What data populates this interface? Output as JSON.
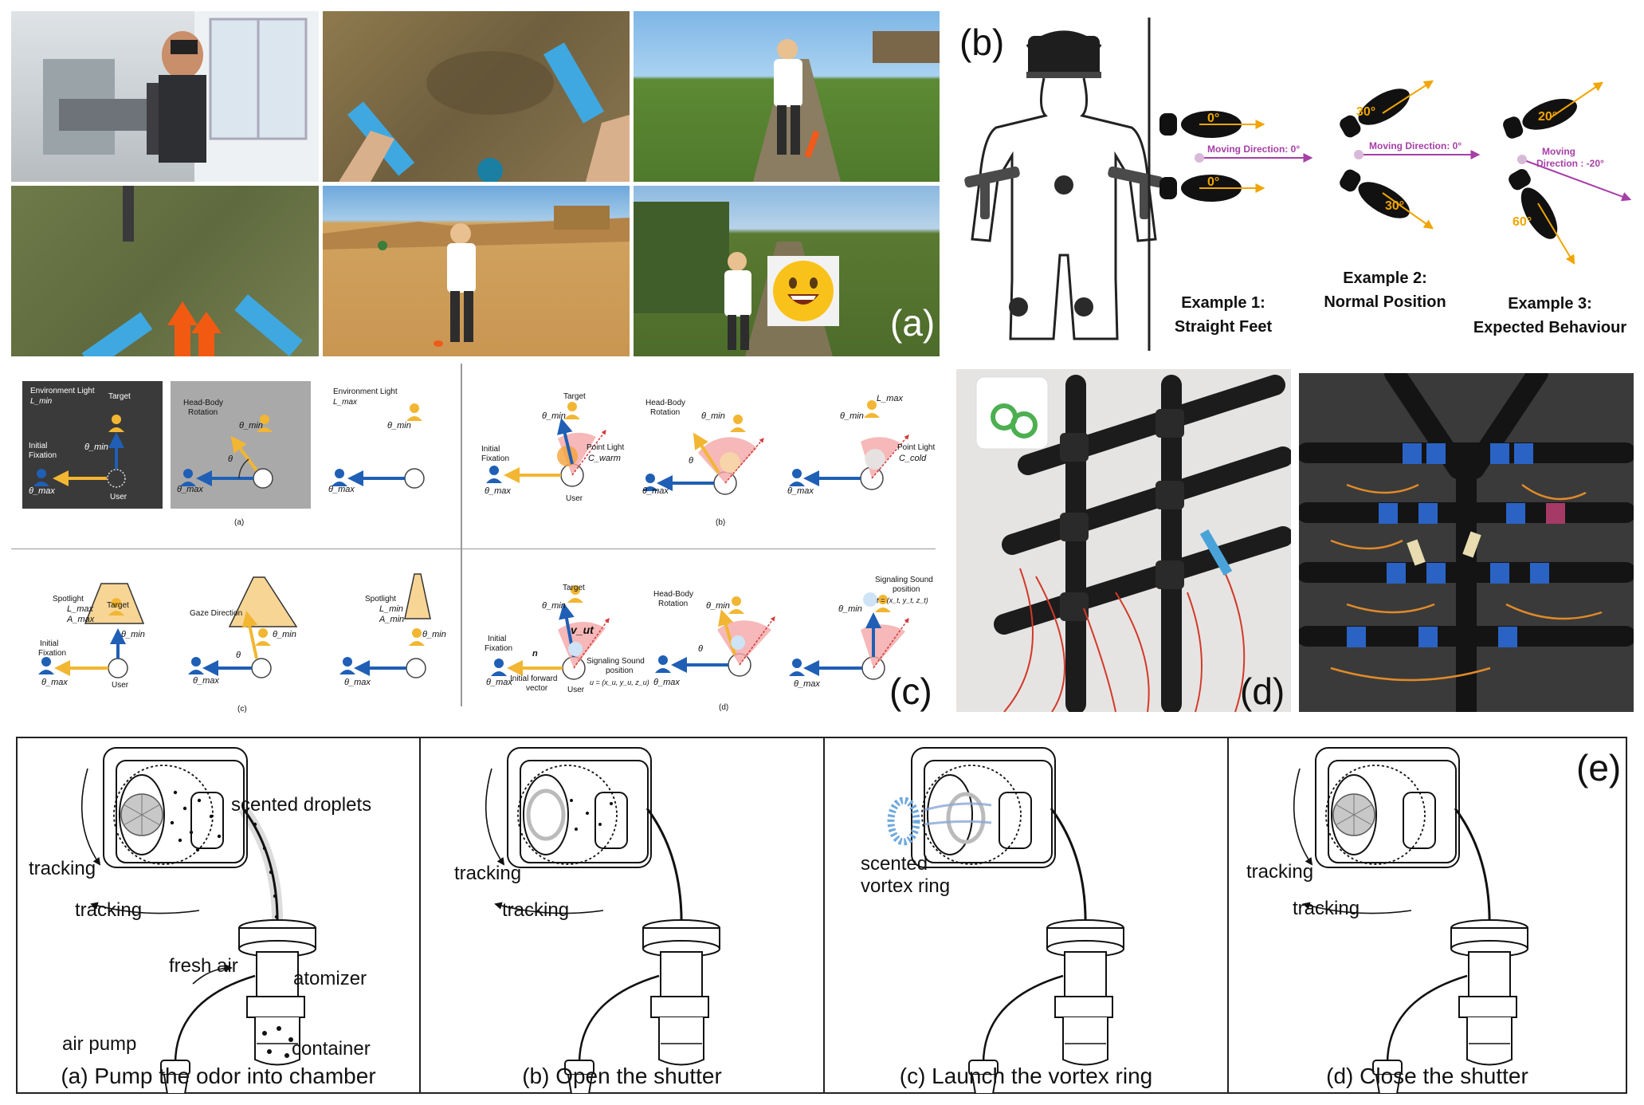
{
  "panel_a": {
    "label": "(a)"
  },
  "panel_b": {
    "label": "(b)",
    "examples": [
      {
        "title_line1": "Example 1:",
        "title_line2": "Straight Feet",
        "foot_top": "0°",
        "foot_bottom": "0°",
        "moving": "Moving Direction: 0°"
      },
      {
        "title_line1": "Example 2:",
        "title_line2": "Normal Position",
        "foot_top": "30°",
        "foot_bottom": "30°",
        "moving": "Moving Direction: 0°"
      },
      {
        "title_line1": "Example 3:",
        "title_line2": "Expected Behaviour",
        "foot_top": "20°",
        "foot_bottom": "60°",
        "moving_line1": "Moving",
        "moving_line2": "Direction : -20°"
      }
    ]
  },
  "panel_c": {
    "label": "(c)",
    "sub_a": "(a)",
    "sub_b": "(b)",
    "sub_c": "(c)",
    "sub_d": "(d)",
    "env_light": "Environment Light",
    "l_min": "L_min",
    "l_max": "L_max",
    "target": "Target",
    "initial": "Initial",
    "fixation": "Fixation",
    "user": "User",
    "head_body_1": "Head-Body",
    "head_body_2": "Rotation",
    "theta": "θ",
    "theta_min": "θ_min",
    "theta_max": "θ_max",
    "point_light": "Point Light",
    "c_warm": "C_warm",
    "c_cold": "C_cold",
    "spotlight": "Spotlight",
    "a_max": "A_max",
    "a_min": "A_min",
    "gaze_direction": "Gaze Direction",
    "v_u": "v_ut",
    "n_vec": "n",
    "signal_1": "Signaling Sound",
    "signal_2": "position",
    "signal_u": "u = (x_u, y_u, z_u)",
    "signal_t": "t = (x_t, y_t, z_t)",
    "fwd_1": "Initial forward",
    "fwd_2": "vector"
  },
  "panel_d": {
    "label": "(d)"
  },
  "panel_e": {
    "label": "(e)",
    "tracking": "tracking",
    "scented_droplets": "scented droplets",
    "fresh_air": "fresh air",
    "atomizer": "atomizer",
    "air_pump": "air pump",
    "container": "container",
    "scented": "scented",
    "vortex_ring": "vortex ring",
    "captions": [
      "(a) Pump the odor into chamber",
      "(b) Open the shutter",
      "(c) Launch the vortex ring",
      "(d) Close the shutter"
    ]
  },
  "colors": {
    "blue": "#1f5fb5",
    "yellow": "#f2b632",
    "orange": "#f07a12",
    "magenta": "#a63fa6",
    "red": "#d33a3a"
  }
}
